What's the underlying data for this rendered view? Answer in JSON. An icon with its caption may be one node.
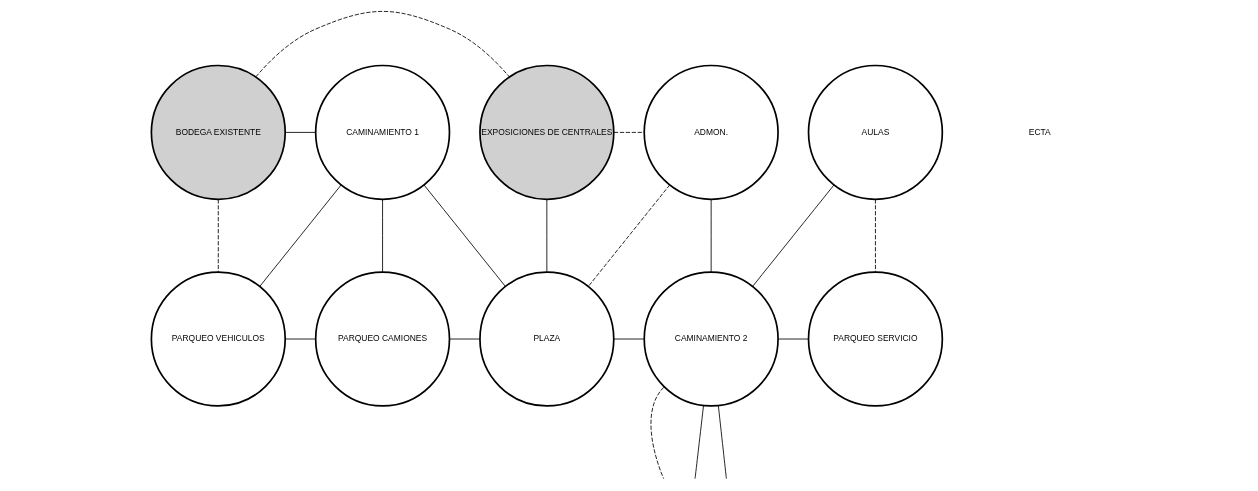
{
  "diagram": {
    "nodes": [
      {
        "text": [
          "BODEGA EXISTENTE"
        ]
      },
      {
        "text": [
          "CAMINAMIENTO 1"
        ]
      },
      {
        "text": [
          "EXPOSICIONES DE CENTRALES"
        ]
      },
      {
        "text": [
          "ADMON."
        ]
      },
      {
        "text": [
          "AULAS"
        ]
      },
      {
        "text": [
          "PARQUEO VEHICULOS"
        ]
      },
      {
        "text": [
          "PARQUEO CAMIONES"
        ]
      },
      {
        "text": [
          "PLAZA"
        ]
      },
      {
        "text": [
          "CAMINAMIENTO 2"
        ]
      },
      {
        "text": [
          "PARQUEO SERVICIO"
        ]
      }
    ],
    "edges": [
      {
        "from": 0,
        "to": 2,
        "arrow": "none",
        "style": "dashed"
      },
      {
        "from": 0,
        "to": 1,
        "arrow": "none"
      },
      {
        "from": 2,
        "to": 3,
        "arrow": "none",
        "style": "dashed"
      },
      {
        "from": 0,
        "to": 5,
        "arrow": "none",
        "style": "dashed"
      },
      {
        "from": 1,
        "to": 5,
        "arrow": "none"
      },
      {
        "from": 1,
        "to": 6,
        "arrow": "none"
      },
      {
        "from": 1,
        "to": 7,
        "arrow": "none"
      },
      {
        "from": 2,
        "to": 7,
        "arrow": "none"
      },
      {
        "from": 3,
        "to": 7,
        "arrow": "none",
        "style": "dashed"
      },
      {
        "from": 3,
        "to": 8,
        "arrow": "none"
      },
      {
        "from": 4,
        "to": 8,
        "arrow": "none"
      },
      {
        "from": 4,
        "to": 9,
        "arrow": "none",
        "style": "dashed"
      },
      {
        "from": 5,
        "to": 6,
        "arrow": "none"
      },
      {
        "from": 6,
        "to": 7,
        "arrow": "none"
      },
      {
        "from": 7,
        "to": 8,
        "arrow": "none"
      },
      {
        "from": 8,
        "to": 9,
        "arrow": "none"
      },
      {
        "from": 8,
        "to": null,
        "arrow": "none",
        "style": "dashed"
      },
      {
        "from": 8,
        "to": null,
        "arrow": "none"
      },
      {
        "from": 8,
        "to": null,
        "arrow": "none"
      }
    ],
    "labels": [
      "ECTA"
    ]
  }
}
